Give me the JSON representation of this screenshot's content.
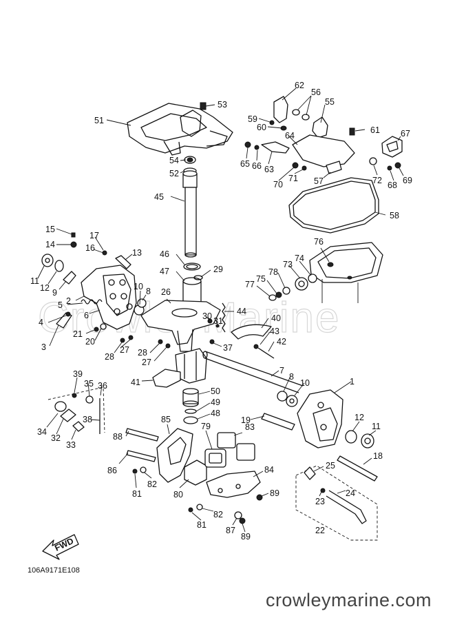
{
  "diagram_code": "106A9171E108",
  "site_credit": "crowleymarine.com",
  "watermark_text": "CrowleyMarine",
  "fwd_label": "FWD",
  "callouts": [
    {
      "id": "c62",
      "label": "62"
    },
    {
      "id": "c56",
      "label": "56"
    },
    {
      "id": "c55",
      "label": "55"
    },
    {
      "id": "c59",
      "label": "59"
    },
    {
      "id": "c60",
      "label": "60"
    },
    {
      "id": "c64",
      "label": "64"
    },
    {
      "id": "c61",
      "label": "61"
    },
    {
      "id": "c67",
      "label": "67"
    },
    {
      "id": "c53",
      "label": "53"
    },
    {
      "id": "c51",
      "label": "51"
    },
    {
      "id": "c54",
      "label": "54"
    },
    {
      "id": "c52",
      "label": "52"
    },
    {
      "id": "c65",
      "label": "65"
    },
    {
      "id": "c66",
      "label": "66"
    },
    {
      "id": "c63",
      "label": "63"
    },
    {
      "id": "c70",
      "label": "70"
    },
    {
      "id": "c71",
      "label": "71"
    },
    {
      "id": "c57",
      "label": "57"
    },
    {
      "id": "c72",
      "label": "72"
    },
    {
      "id": "c68",
      "label": "68"
    },
    {
      "id": "c69",
      "label": "69"
    },
    {
      "id": "c45",
      "label": "45"
    },
    {
      "id": "c58",
      "label": "58"
    },
    {
      "id": "c15",
      "label": "15"
    },
    {
      "id": "c17",
      "label": "17"
    },
    {
      "id": "c14",
      "label": "14"
    },
    {
      "id": "c16",
      "label": "16"
    },
    {
      "id": "c13",
      "label": "13"
    },
    {
      "id": "c46",
      "label": "46"
    },
    {
      "id": "c76",
      "label": "76"
    },
    {
      "id": "c47",
      "label": "47"
    },
    {
      "id": "c29",
      "label": "29"
    },
    {
      "id": "c74",
      "label": "74"
    },
    {
      "id": "c73",
      "label": "73"
    },
    {
      "id": "c78",
      "label": "78"
    },
    {
      "id": "c75",
      "label": "75"
    },
    {
      "id": "c77",
      "label": "77"
    },
    {
      "id": "c11a",
      "label": "11"
    },
    {
      "id": "c12a",
      "label": "12"
    },
    {
      "id": "c9",
      "label": "9"
    },
    {
      "id": "c2",
      "label": "2"
    },
    {
      "id": "c10a",
      "label": "10"
    },
    {
      "id": "c8a",
      "label": "8"
    },
    {
      "id": "c26",
      "label": "26"
    },
    {
      "id": "c5",
      "label": "5"
    },
    {
      "id": "c6",
      "label": "6"
    },
    {
      "id": "c44",
      "label": "44"
    },
    {
      "id": "c4",
      "label": "4"
    },
    {
      "id": "c30",
      "label": "30"
    },
    {
      "id": "c31",
      "label": "31"
    },
    {
      "id": "c40",
      "label": "40"
    },
    {
      "id": "c21",
      "label": "21"
    },
    {
      "id": "c20",
      "label": "20"
    },
    {
      "id": "c43",
      "label": "43"
    },
    {
      "id": "c3",
      "label": "3"
    },
    {
      "id": "c42",
      "label": "42"
    },
    {
      "id": "c28a",
      "label": "28"
    },
    {
      "id": "c27a",
      "label": "27"
    },
    {
      "id": "c37",
      "label": "37"
    },
    {
      "id": "c28b",
      "label": "28"
    },
    {
      "id": "c27b",
      "label": "27"
    },
    {
      "id": "c7",
      "label": "7"
    },
    {
      "id": "c39",
      "label": "39"
    },
    {
      "id": "c8b",
      "label": "8"
    },
    {
      "id": "c10b",
      "label": "10"
    },
    {
      "id": "c1",
      "label": "1"
    },
    {
      "id": "c41",
      "label": "41"
    },
    {
      "id": "c35",
      "label": "35"
    },
    {
      "id": "c36",
      "label": "36"
    },
    {
      "id": "c50",
      "label": "50"
    },
    {
      "id": "c49",
      "label": "49"
    },
    {
      "id": "c48",
      "label": "48"
    },
    {
      "id": "c34",
      "label": "34"
    },
    {
      "id": "c38",
      "label": "38"
    },
    {
      "id": "c32",
      "label": "32"
    },
    {
      "id": "c33",
      "label": "33"
    },
    {
      "id": "c85",
      "label": "85"
    },
    {
      "id": "c79",
      "label": "79"
    },
    {
      "id": "c83",
      "label": "83"
    },
    {
      "id": "c19",
      "label": "19"
    },
    {
      "id": "c12b",
      "label": "12"
    },
    {
      "id": "c11b",
      "label": "11"
    },
    {
      "id": "c88",
      "label": "88"
    },
    {
      "id": "c18",
      "label": "18"
    },
    {
      "id": "c86",
      "label": "86"
    },
    {
      "id": "c25",
      "label": "25"
    },
    {
      "id": "c84",
      "label": "84"
    },
    {
      "id": "c81a",
      "label": "81"
    },
    {
      "id": "c82a",
      "label": "82"
    },
    {
      "id": "c80",
      "label": "80"
    },
    {
      "id": "c89a",
      "label": "89"
    },
    {
      "id": "c24",
      "label": "24"
    },
    {
      "id": "c23",
      "label": "23"
    },
    {
      "id": "c82b",
      "label": "82"
    },
    {
      "id": "c81b",
      "label": "81"
    },
    {
      "id": "c87",
      "label": "87"
    },
    {
      "id": "c89b",
      "label": "89"
    },
    {
      "id": "c22",
      "label": "22"
    }
  ]
}
